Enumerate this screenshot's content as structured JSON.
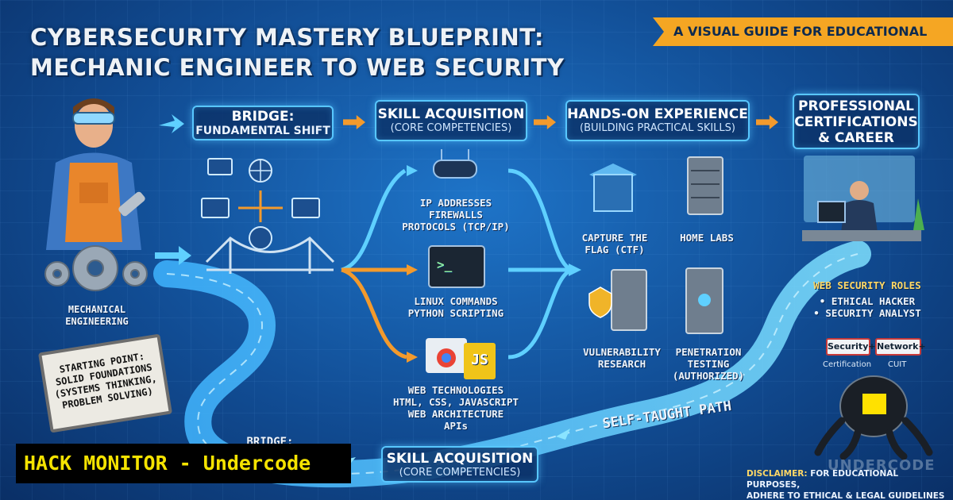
{
  "title": {
    "line1": "CYBERSECURITY MASTERY BLUEPRINT:",
    "line2": "MECHANIC ENGINEER TO WEB SECURITY"
  },
  "ribbon": "A VISUAL GUIDE FOR EDUCATIONAL USE",
  "stages": {
    "bridge": {
      "title": "BRIDGE:",
      "subtitle": "FUNDAMENTAL SHIFT"
    },
    "skills": {
      "title": "SKILL ACQUISITION",
      "subtitle": "(CORE COMPETENCIES)"
    },
    "hands_on": {
      "title": "HANDS-ON EXPERIENCE",
      "subtitle": "(BUILDING PRACTICAL SKILLS)"
    },
    "certs": {
      "line1": "PROFESSIONAL",
      "line2": "CERTIFICATIONS",
      "line3": "& CAREER"
    }
  },
  "mechanical": {
    "line1": "MECHANICAL",
    "line2": "ENGINEERING"
  },
  "skills_items": {
    "network": [
      "IP ADDRESSES",
      "FIREWALLS",
      "PROTOCOLS (TCP/IP)"
    ],
    "linux": [
      "LINUX COMMANDS",
      "PYTHON SCRIPTING"
    ],
    "web": [
      "WEB TECHNOLOGIES",
      "HTML, CSS, JAVASCRIPT",
      "WEB ARCHITECTURE",
      "APIs"
    ]
  },
  "hands_on_items": {
    "ctf": [
      "CAPTURE THE",
      "FLAG (CTF)"
    ],
    "labs": [
      "HOME LABS"
    ],
    "vuln": [
      "VULNERABILITY",
      "RESEARCH"
    ],
    "pentest": [
      "PENETRATION",
      "TESTING",
      "(AUTHORIZED)"
    ]
  },
  "roles": {
    "title": "WEB SECURITY ROLES",
    "items": [
      "• ETHICAL HACKER",
      "• SECURITY ANALYST"
    ]
  },
  "cert_tags": [
    "Security+",
    "Network+"
  ],
  "cert_small": [
    "Certification",
    "CUIT"
  ],
  "sign": [
    "STARTING POINT:",
    "SOLID FOUNDATIONS",
    "(SYSTEMS THINKING,",
    "PROBLEM SOLVING)"
  ],
  "bottom_bridge": "BRIDGE:",
  "bottom_box": {
    "title": "SKILL ACQUISITION",
    "subtitle": "(CORE COMPETENCIES)"
  },
  "path_label": "SELF-TAUGHT PATH",
  "hack_monitor": "HACK MONITOR - Undercode",
  "disclaimer": {
    "lead": "DISCLAIMER:",
    "rest": "FOR EDUCATIONAL PURPOSES,",
    "line2": "ADHERE TO ETHICAL & LEGAL GUIDELINES"
  },
  "watermark": "UNDERCODE",
  "icons": {
    "terminal_prompt": ">_",
    "js_badge": "JS"
  },
  "colors": {
    "accent_orange": "#f39a2c",
    "ribbon": "#f5a623",
    "glow": "#58c7ff",
    "label_yellow": "#ffd866",
    "hack_text": "#f5e300"
  }
}
